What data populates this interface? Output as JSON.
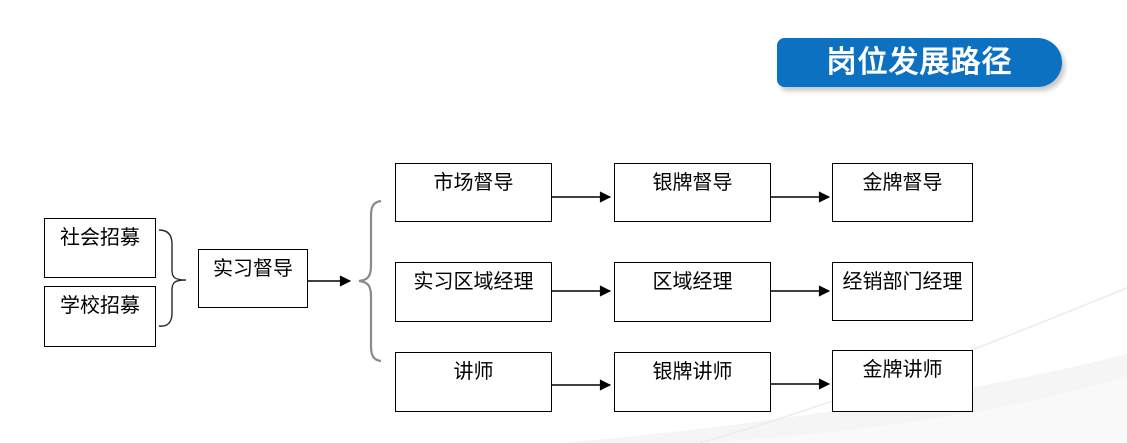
{
  "banner": {
    "title": "岗位发展路径"
  },
  "colors": {
    "banner_bg": "#0B71C0",
    "banner_text": "#FFFFFF",
    "box_border": "#000000",
    "box_text": "#000000",
    "merge_brace": "#2B2B2B",
    "split_brace": "#8A8A8A",
    "arrow": "#000000",
    "swoosh": "#F2F2F2"
  },
  "recruitment_sources": [
    {
      "label": "社会招募"
    },
    {
      "label": "学校招募"
    }
  ],
  "entry_role": {
    "label": "实习督导"
  },
  "career_tracks": [
    {
      "name": "supervisor-track",
      "stages": [
        {
          "label": "市场督导"
        },
        {
          "label": "银牌督导"
        },
        {
          "label": "金牌督导"
        }
      ]
    },
    {
      "name": "regional-manager-track",
      "stages": [
        {
          "label": "实习区域经理"
        },
        {
          "label": "区域经理"
        },
        {
          "label": "经销部门经理"
        }
      ]
    },
    {
      "name": "lecturer-track",
      "stages": [
        {
          "label": "讲师"
        },
        {
          "label": "银牌讲师"
        },
        {
          "label": "金牌讲师"
        }
      ]
    }
  ]
}
